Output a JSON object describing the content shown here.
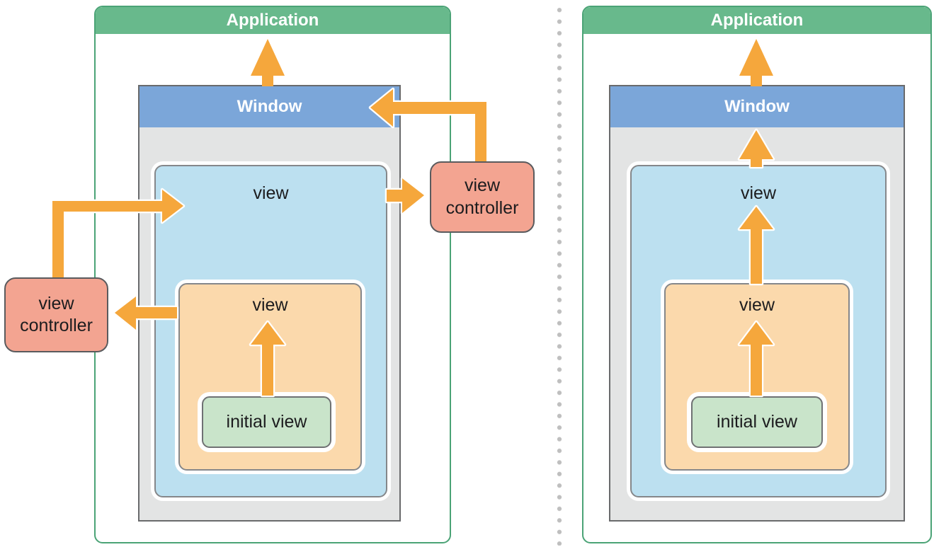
{
  "left_panel": {
    "application_label": "Application",
    "window_label": "Window",
    "view_label": "view",
    "subview_label": "view",
    "initial_view_label": "initial view",
    "left_view_controller_label": "view controller",
    "right_view_controller_label": "view controller"
  },
  "right_panel": {
    "application_label": "Application",
    "window_label": "Window",
    "view_label": "view",
    "subview_label": "view",
    "initial_view_label": "initial view"
  },
  "arrows": [
    {
      "panel": "left",
      "from": "window",
      "to": "application"
    },
    {
      "panel": "left",
      "from": "right-view-controller",
      "to": "window"
    },
    {
      "panel": "left",
      "from": "view",
      "to": "right-view-controller"
    },
    {
      "panel": "left",
      "from": "left-view-controller",
      "to": "view"
    },
    {
      "panel": "left",
      "from": "subview",
      "to": "left-view-controller"
    },
    {
      "panel": "left",
      "from": "initial-view",
      "to": "subview"
    },
    {
      "panel": "right",
      "from": "window",
      "to": "application"
    },
    {
      "panel": "right",
      "from": "view",
      "to": "window"
    },
    {
      "panel": "right",
      "from": "subview",
      "to": "view"
    },
    {
      "panel": "right",
      "from": "initial-view",
      "to": "subview"
    }
  ],
  "colors": {
    "panel_green": "#68b98c",
    "panel_border_green": "#4ba376",
    "window_header_blue": "#7ba6d9",
    "window_gray": "#e3e4e4",
    "window_border": "#696a6c",
    "view_blue": "#bce0f0",
    "view_orange": "#fbd9ac",
    "initial_view_green": "#c9e4ca",
    "view_controller_salmon": "#f3a491",
    "arrow_orange": "#f5a73c",
    "separator_dot_gray": "#bfbfbf"
  }
}
